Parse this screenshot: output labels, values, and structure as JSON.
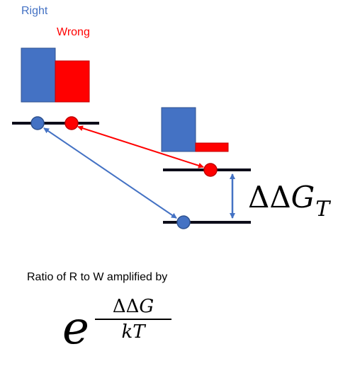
{
  "legend": {
    "right_label": "Right",
    "wrong_label": "Wrong"
  },
  "colors": {
    "right": "#4472C4",
    "wrong": "#FF0000",
    "level": "#000000",
    "text": "#000000"
  },
  "energy_gap": {
    "symbol": "ΔΔ",
    "variable": "G",
    "subscript": "T"
  },
  "caption": "Ratio of R to W amplified by",
  "formula": {
    "base": "e",
    "numerator_symbol": "ΔΔ",
    "numerator_variable": "G",
    "denominator": "kT"
  }
}
